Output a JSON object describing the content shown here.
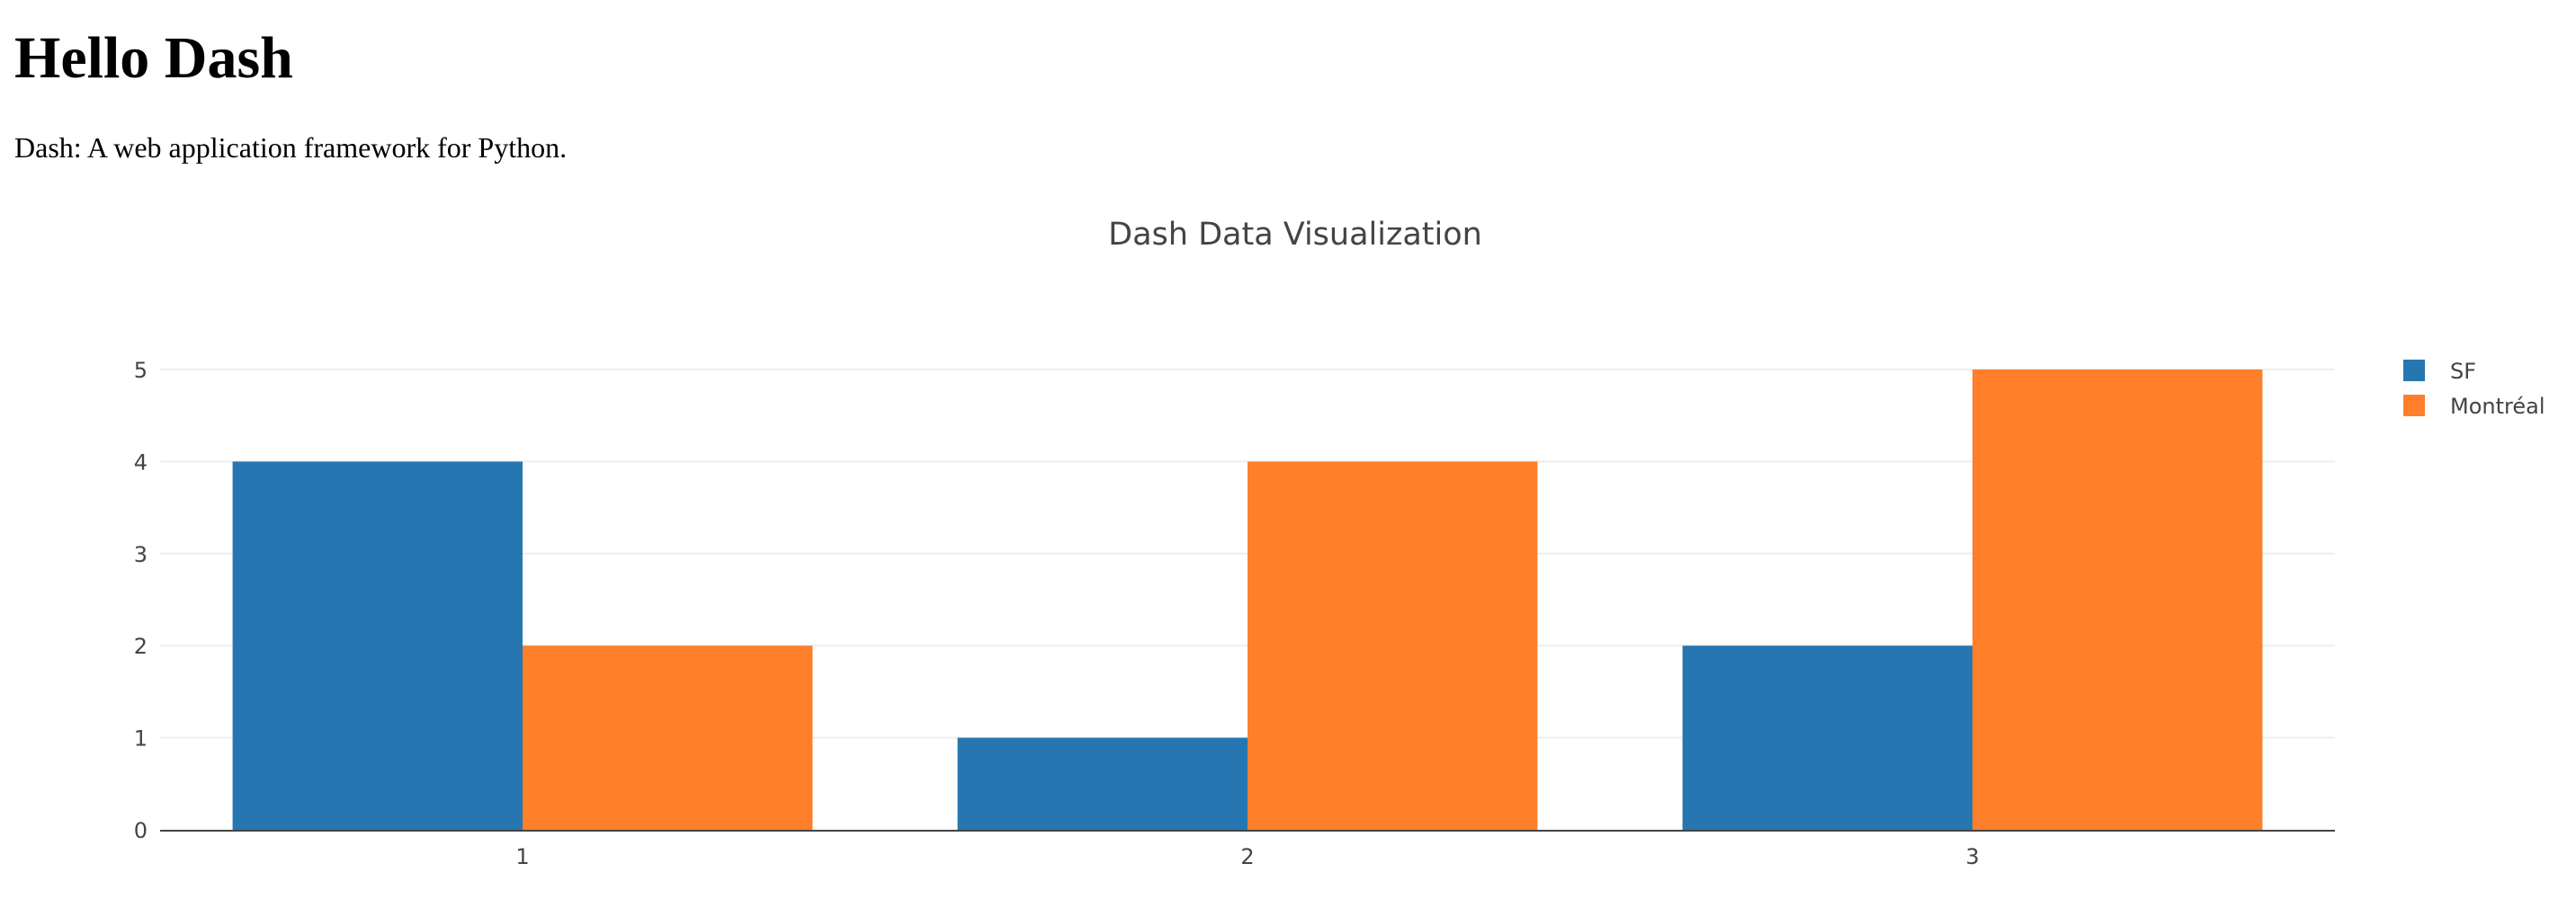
{
  "page": {
    "title": "Hello Dash",
    "subtitle": "Dash: A web application framework for Python."
  },
  "chart_data": {
    "type": "bar",
    "title": "Dash Data Visualization",
    "xlabel": "",
    "ylabel": "",
    "categories": [
      "1",
      "2",
      "3"
    ],
    "series": [
      {
        "name": "SF",
        "values": [
          4,
          1,
          2
        ],
        "color": "#2677b1"
      },
      {
        "name": "Montréal",
        "values": [
          2,
          4,
          5
        ],
        "color": "#ff7f2a"
      }
    ],
    "y_ticks": [
      0,
      1,
      2,
      3,
      4,
      5
    ],
    "ylim": [
      0,
      5
    ],
    "grid": true,
    "legend_position": "top-right"
  }
}
